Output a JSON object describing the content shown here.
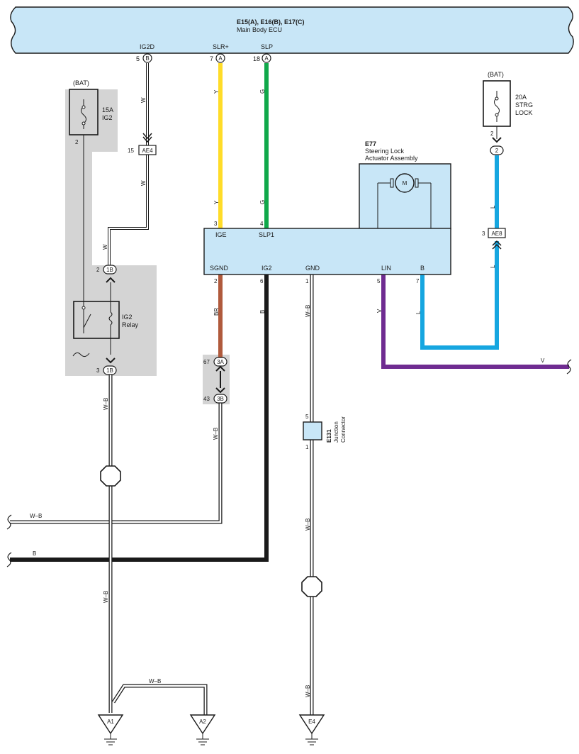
{
  "ecu": {
    "title": "E15(A), E16(B), E17(C)",
    "name": "Main Body ECU"
  },
  "ecu_pins": [
    {
      "name": "IG2D",
      "num": "5",
      "conn": "B"
    },
    {
      "name": "SLR+",
      "num": "7",
      "conn": "A"
    },
    {
      "name": "SLP",
      "num": "18",
      "conn": "A"
    }
  ],
  "fuse_ig2": {
    "source": "(BAT)",
    "rating": "15A",
    "name": "IG2",
    "pin": "2"
  },
  "fuse_strg": {
    "source": "(BAT)",
    "rating": "20A",
    "name1": "STRG",
    "name2": "LOCK",
    "pin": "2",
    "conn": "2"
  },
  "relay": {
    "name": "IG2",
    "label": "Relay"
  },
  "actuator": {
    "code": "E77",
    "name1": "Steering Lock",
    "name2": "Actuator Assembly",
    "motor": "M"
  },
  "actuator_pins": {
    "ige": {
      "name": "IGE",
      "num": "3"
    },
    "slp1": {
      "name": "SLP1",
      "num": "4"
    },
    "sgnd": {
      "name": "SGND",
      "num": "2"
    },
    "ig2": {
      "name": "IG2",
      "num": "6"
    },
    "gnd": {
      "name": "GND",
      "num": "1"
    },
    "lin": {
      "name": "LIN",
      "num": "5"
    },
    "b": {
      "name": "B",
      "num": "7"
    }
  },
  "connectors": {
    "ae4": {
      "label": "AE4",
      "num": "15"
    },
    "ae8": {
      "label": "AE8",
      "num": "3"
    },
    "c1b_top": {
      "label": "1B",
      "num": "2"
    },
    "c1b_bot": {
      "label": "1B",
      "num": "3"
    },
    "c3a": {
      "label": "3A",
      "num": "67"
    },
    "c3b": {
      "label": "3B",
      "num": "43"
    }
  },
  "junction": {
    "code": "E131",
    "name1": "Junction",
    "name2": "Connector",
    "pin_top": "5",
    "pin_bot": "1"
  },
  "wire_labels": {
    "w": "W",
    "y": "Y",
    "g": "G",
    "l": "L",
    "br": "BR",
    "b": "B",
    "wb": "W–B",
    "v": "V"
  },
  "grounds": {
    "a1": "A1",
    "a2": "A2",
    "e4": "E4"
  },
  "colors": {
    "yellow": "#ffdc28",
    "green": "#10a84a",
    "blue": "#16a6e0",
    "brown": "#b05a3c",
    "purple": "#6f2c91",
    "black": "#1a1a1a",
    "ecu_fill": "#c8e6f7",
    "shade": "#d4d4d4"
  }
}
